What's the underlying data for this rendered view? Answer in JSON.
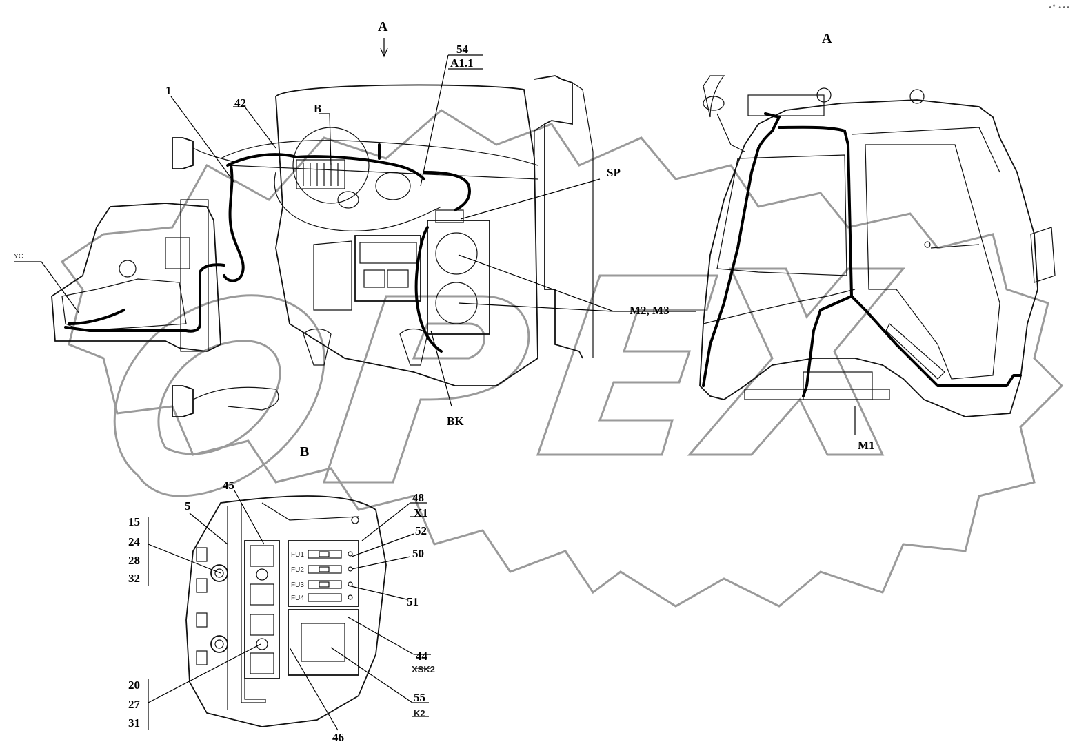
{
  "labels": {
    "view_a_marker": "A",
    "view_a_title": "A",
    "view_b_marker": "B",
    "view_b_title": "B",
    "item_1": "1",
    "item_42": "42",
    "item_54": "54",
    "item_a11": "A1.1",
    "item_sp": "SP",
    "item_m2m3": "M2, M3",
    "item_bk": "BK",
    "item_m1": "M1",
    "item_yc": "YC",
    "item_45": "45",
    "item_5": "5",
    "item_48": "48",
    "item_x1": "X1",
    "item_52": "52",
    "item_50": "50",
    "item_51": "51",
    "item_44": "44",
    "item_xsk2": "XSK2",
    "item_55": "55",
    "item_k2": "K2",
    "item_46": "46",
    "group_upper": [
      "15",
      "24",
      "28",
      "32"
    ],
    "group_lower": [
      "20",
      "27",
      "31"
    ]
  },
  "fuses": [
    "FU1",
    "FU2",
    "FU3",
    "FU4"
  ],
  "corner_mark": "•° •••"
}
